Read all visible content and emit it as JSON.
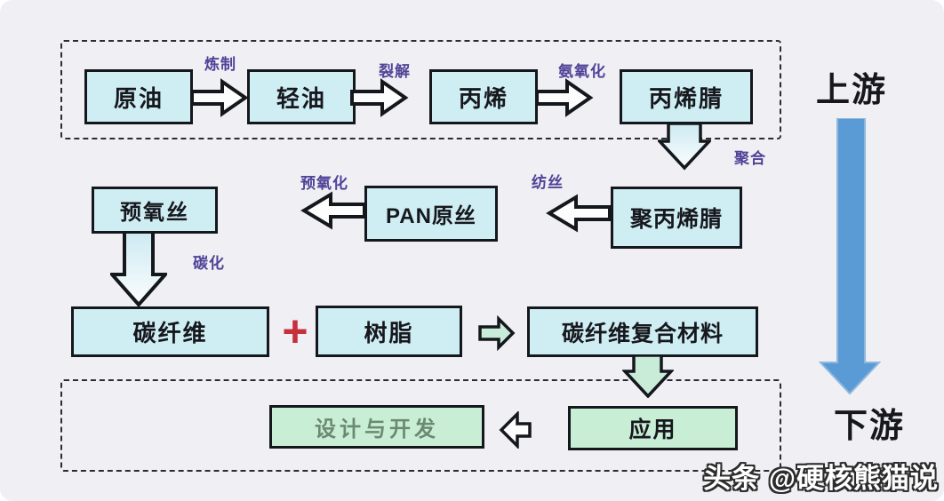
{
  "diagram": {
    "stages": {
      "upstream": "上游",
      "downstream": "下游"
    },
    "nodes": {
      "crude_oil": "原油",
      "light_oil": "轻油",
      "propylene": "丙烯",
      "acrylonitrile": "丙烯腈",
      "polyacrylonitrile": "聚丙烯腈",
      "pan_precursor": "PAN原丝",
      "pre_oxidized_fiber": "预氧丝",
      "carbon_fiber": "碳纤维",
      "resin": "树脂",
      "composite": "碳纤维复合材料",
      "application": "应用",
      "design_development": "设计与开发"
    },
    "process_labels": {
      "refining": "炼制",
      "cracking": "裂解",
      "ammoxidation": "氨氧化",
      "polymerization": "聚合",
      "spinning": "纺丝",
      "pre_oxidation": "预氧化",
      "carbonization": "碳化"
    },
    "operator_plus": "+",
    "watermark": "头条 @硬核熊猫说",
    "colors": {
      "background": "#f0eff4",
      "node_fill_cyan": "#cfeef3",
      "node_fill_green": "#c9eed6",
      "node_border": "#14181c",
      "process_label": "#4f4397",
      "plus_sign": "#c5303c",
      "direction_arrow": "#5b9bd5",
      "design_text": "#6b8a70"
    }
  }
}
